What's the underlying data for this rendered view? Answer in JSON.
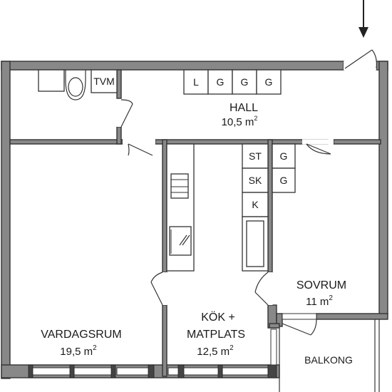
{
  "rooms": {
    "hall": {
      "name": "HALL",
      "area_value": "10,5 m",
      "area_exp": "2"
    },
    "vardagsrum": {
      "name": "VARDAGSRUM",
      "area_value": "19,5 m",
      "area_exp": "2"
    },
    "kok_line1": "KÖK +",
    "kok": {
      "name": "MATPLATS",
      "area_value": "12,5 m",
      "area_exp": "2"
    },
    "sovrum": {
      "name": "SOVRUM",
      "area_value": "11 m",
      "area_exp": "2"
    },
    "balkong": {
      "name": "BALKONG"
    }
  },
  "fixtures": {
    "tvm": "TVM",
    "hall_wardrobes": [
      "L",
      "G",
      "G",
      "G"
    ],
    "kitchen_left": [
      "ST",
      "SK",
      "K"
    ],
    "kitchen_right": [
      "G",
      "G"
    ]
  },
  "colors": {
    "wall": "#888888",
    "line": "#333333"
  }
}
